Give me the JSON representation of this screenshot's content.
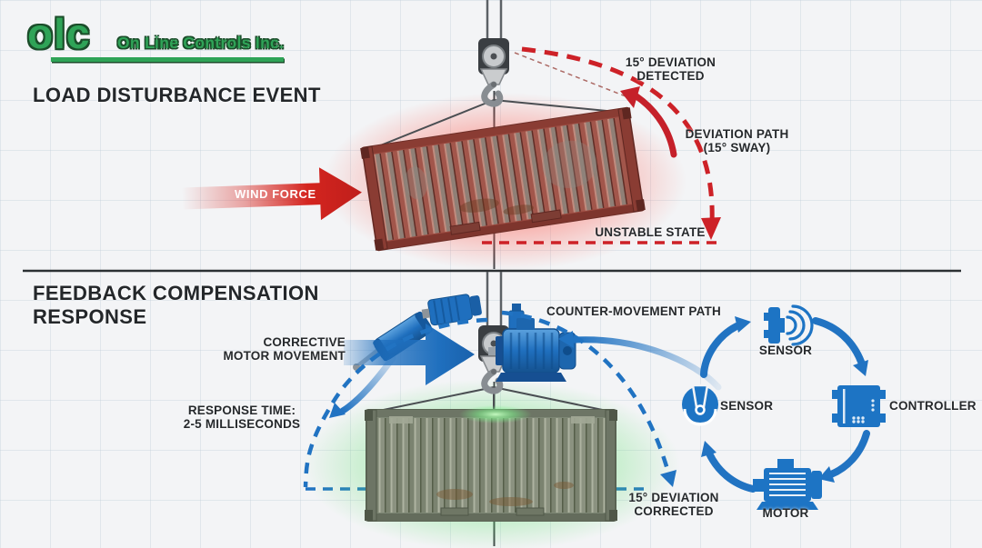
{
  "logo": {
    "abbrev": "olc",
    "company": "On Line Controls Inc."
  },
  "colors": {
    "accent_red": "#cd2127",
    "accent_blue": "#2173c2",
    "text_dark": "#26292c",
    "logo_green": "#2fa357"
  },
  "disturbance": {
    "title": "LOAD DISTURBANCE EVENT",
    "wind_force": "WIND FORCE",
    "deviation_detected_1": "15° DEVIATION",
    "deviation_detected_2": "DETECTED",
    "deviation_path_1": "DEVIATION PATH",
    "deviation_path_2": "(15° SWAY)",
    "unstable_state": "UNSTABLE STATE"
  },
  "compensation": {
    "title_1": "FEEDBACK COMPENSATION",
    "title_2": "RESPONSE",
    "corrective_1": "CORRECTIVE",
    "corrective_2": "MOTOR MOVEMENT",
    "counter_path": "COUNTER-MOVEMENT PATH",
    "response_time_1": "RESPONSE TIME:",
    "response_time_2": "2-5 MILLISECONDS",
    "deviation_corrected_1": "15° DEVIATION",
    "deviation_corrected_2": "CORRECTED",
    "loop": {
      "sensor_top": "SENSOR",
      "controller": "CONTROLLER",
      "motor": "MOTOR",
      "sensor_left": "SENSOR"
    }
  }
}
